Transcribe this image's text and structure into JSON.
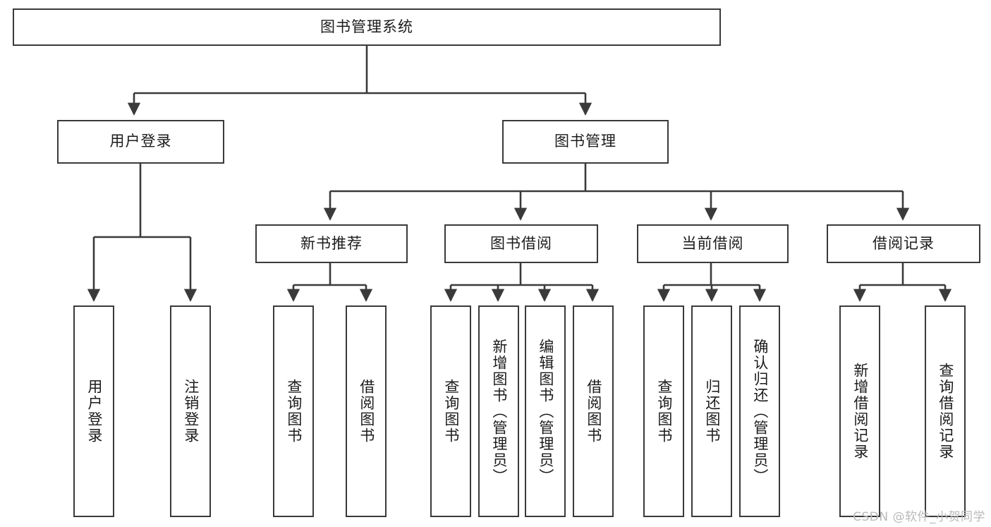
{
  "diagram": {
    "title": "图书管理系统",
    "watermark": "CSDN @软件_小贺同学",
    "colors": {
      "border": "#3a3a3a",
      "background": "#ffffff",
      "text": "#1b1b1b",
      "watermark": "#b9b9b9"
    },
    "root": {
      "label": "图书管理系统"
    },
    "level2": [
      {
        "label": "用户登录"
      },
      {
        "label": "图书管理"
      }
    ],
    "level3": [
      {
        "label": "新书推荐"
      },
      {
        "label": "图书借阅"
      },
      {
        "label": "当前借阅"
      },
      {
        "label": "借阅记录"
      }
    ],
    "leaves": {
      "user_login": [
        {
          "label": "用户登录"
        },
        {
          "label": "注销登录"
        }
      ],
      "new_book": [
        {
          "label": "查询图书"
        },
        {
          "label": "借阅图书"
        }
      ],
      "borrow_book": [
        {
          "label": "查询图书"
        },
        {
          "label": "新增图书（管理员）"
        },
        {
          "label": "编辑图书（管理员）"
        },
        {
          "label": "借阅图书"
        }
      ],
      "current_borrow": [
        {
          "label": "查询图书"
        },
        {
          "label": "归还图书"
        },
        {
          "label": "确认归还（管理员）"
        }
      ],
      "borrow_record": [
        {
          "label": "新增借阅记录"
        },
        {
          "label": "查询借阅记录"
        }
      ]
    }
  }
}
